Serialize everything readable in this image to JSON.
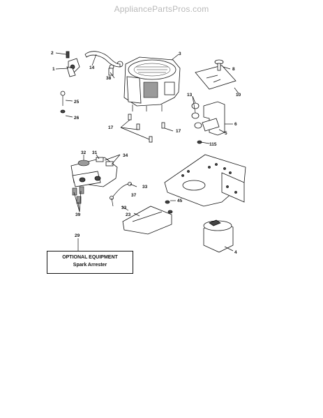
{
  "watermark": "AppliancePartsPros.com",
  "optional_box": {
    "title": "OPTIONAL EQUIPMENT",
    "subtitle": "Spark Arrester"
  },
  "callouts": {
    "c1": "1",
    "c2": "2",
    "c3": "3",
    "c4": "4",
    "c5": "5",
    "c6": "6",
    "c8": "8",
    "c10": "10",
    "c13": "13",
    "c14": "14",
    "c17a": "17",
    "c17b": "17",
    "c23": "23",
    "c25": "25",
    "c26": "26",
    "c29": "29",
    "c31": "31",
    "c32": "32",
    "c33a": "33",
    "c33b": "33",
    "c34": "34",
    "c37": "37",
    "c38": "38",
    "c39": "39",
    "c45": "45",
    "c115": "115"
  }
}
